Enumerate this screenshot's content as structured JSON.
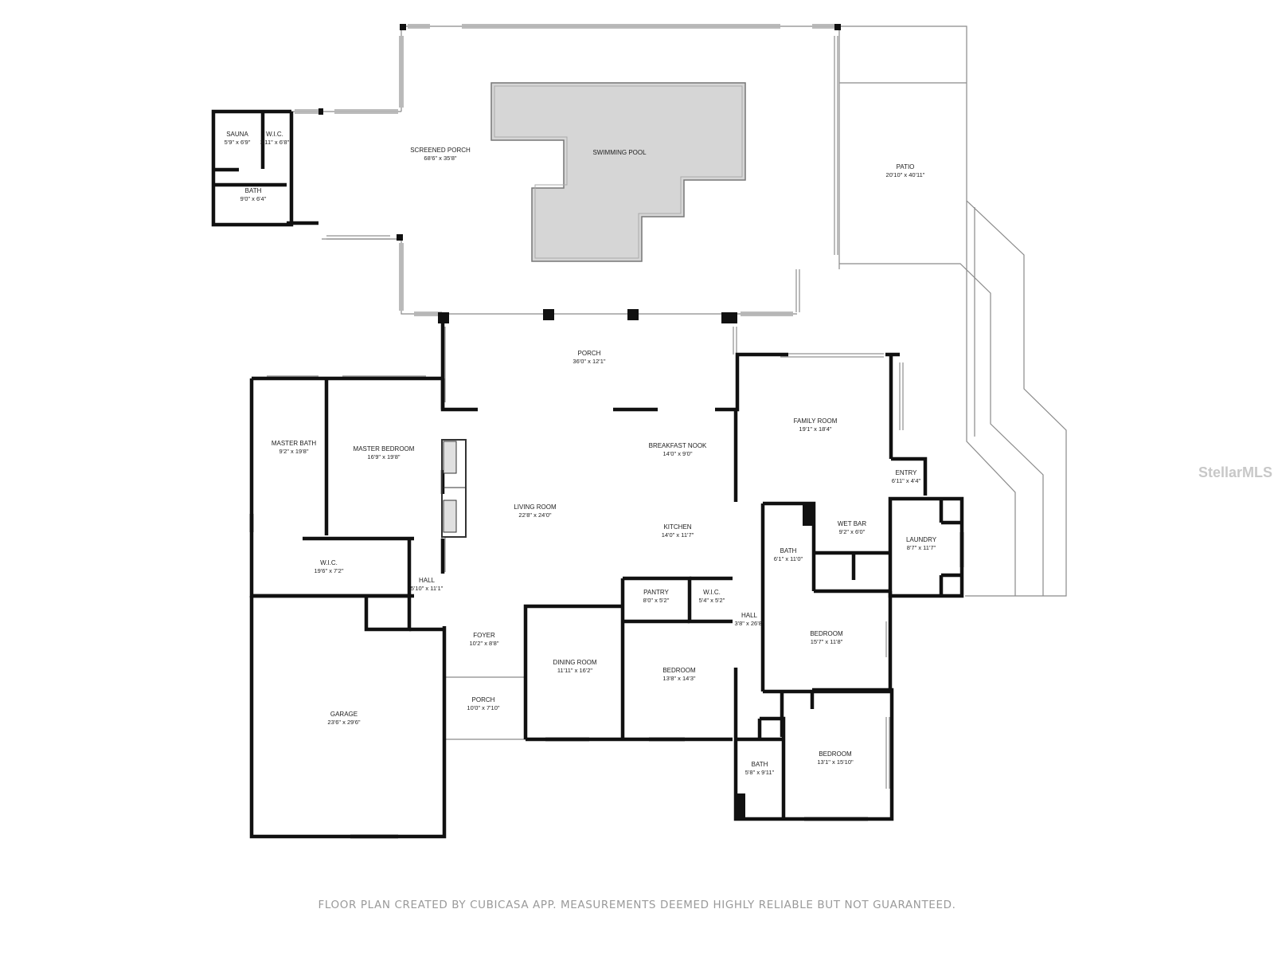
{
  "rooms": {
    "sauna": {
      "name": "SAUNA",
      "dim": "5'9\" x 6'9\""
    },
    "wic_sauna": {
      "name": "W.I.C.",
      "dim": "3'11\" x 6'8\""
    },
    "bath_sauna": {
      "name": "BATH",
      "dim": "9'0\" x 6'4\""
    },
    "screened_porch": {
      "name": "SCREENED PORCH",
      "dim": "68'6\" x 35'8\""
    },
    "swimming_pool": {
      "name": "SWIMMING POOL"
    },
    "patio": {
      "name": "PATIO",
      "dim": "20'10\" x 40'11\""
    },
    "porch_back": {
      "name": "PORCH",
      "dim": "36'0\" x 12'1\""
    },
    "master_bath": {
      "name": "MASTER BATH",
      "dim": "9'2\" x 19'8\""
    },
    "master_bedroom": {
      "name": "MASTER BEDROOM",
      "dim": "16'9\" x 19'8\""
    },
    "breakfast_nook": {
      "name": "BREAKFAST NOOK",
      "dim": "14'0\" x 9'0\""
    },
    "family_room": {
      "name": "FAMILY ROOM",
      "dim": "19'1\" x 18'4\""
    },
    "entry": {
      "name": "ENTRY",
      "dim": "6'11\" x 4'4\""
    },
    "living_room": {
      "name": "LIVING ROOM",
      "dim": "22'8\" x 24'0\""
    },
    "kitchen": {
      "name": "KITCHEN",
      "dim": "14'0\" x 11'7\""
    },
    "wet_bar": {
      "name": "WET BAR",
      "dim": "9'2\" x 6'0\""
    },
    "bath_mid": {
      "name": "BATH",
      "dim": "6'1\" x 11'0\""
    },
    "laundry": {
      "name": "LAUNDRY",
      "dim": "8'7\" x 11'7\""
    },
    "wic_master": {
      "name": "W.I.C.",
      "dim": "19'6\" x 7'2\""
    },
    "hall_left": {
      "name": "HALL",
      "dim": "5'10\" x 11'1\""
    },
    "pantry": {
      "name": "PANTRY",
      "dim": "8'0\" x 5'2\""
    },
    "wic_kitchen": {
      "name": "W.I.C.",
      "dim": "5'4\" x 5'2\""
    },
    "hall_right": {
      "name": "HALL",
      "dim": "3'8\" x 26'8\""
    },
    "bedroom_a": {
      "name": "BEDROOM",
      "dim": "15'7\" x 11'8\""
    },
    "foyer": {
      "name": "FOYER",
      "dim": "10'2\" x 8'8\""
    },
    "dining_room": {
      "name": "DINING ROOM",
      "dim": "11'11\" x 16'2\""
    },
    "bedroom_b": {
      "name": "BEDROOM",
      "dim": "13'8\" x 14'3\""
    },
    "porch_front": {
      "name": "PORCH",
      "dim": "10'0\" x 7'10\""
    },
    "garage": {
      "name": "GARAGE",
      "dim": "23'6\" x 29'6\""
    },
    "bedroom_c": {
      "name": "BEDROOM",
      "dim": "13'1\" x 15'10\""
    },
    "bath_lower": {
      "name": "BATH",
      "dim": "5'8\" x 9'11\""
    }
  },
  "footer": "FLOOR PLAN CREATED BY CUBICASA APP. MEASUREMENTS DEEMED HIGHLY RELIABLE BUT NOT GUARANTEED.",
  "watermark": "StellarMLS",
  "colors": {
    "wall": "#111111",
    "pool_fill": "#d6d6d6",
    "thin_line": "#888888",
    "footer": "#9a9a9a"
  }
}
